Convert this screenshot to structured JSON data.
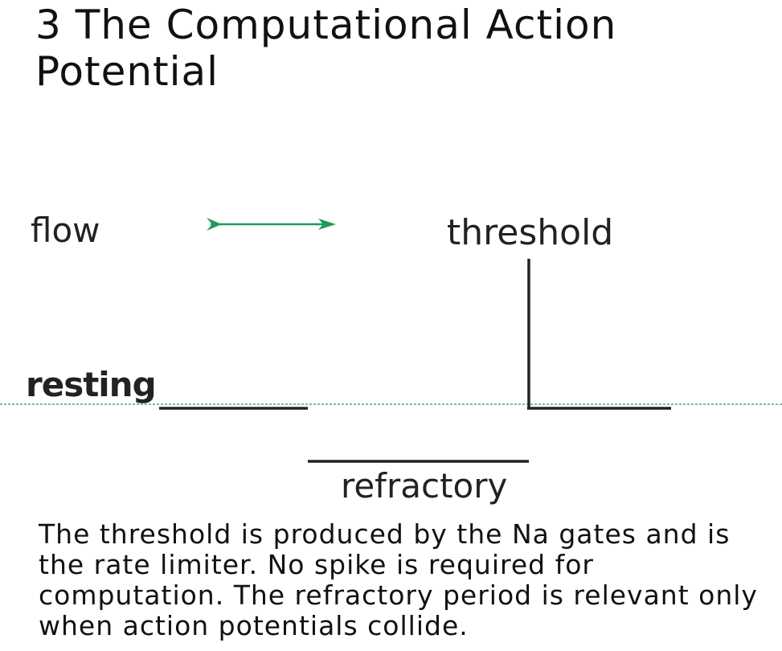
{
  "title": "3 The Computational Action Potential",
  "labels": {
    "flow": "flow",
    "threshold": "threshold",
    "resting": "resting",
    "refractory": "refractory"
  },
  "caption": "The threshold is produced by the Na gates and is the rate limiter. No spike is required for computation. The refractory period is relevant only when action potentials collide.",
  "colors": {
    "arrow": "#1f9a5a",
    "baseline": "#1f9a5a",
    "trace": "#222222",
    "text": "#111111"
  },
  "icons": {
    "flow_arrow": "arrow-right-icon"
  }
}
